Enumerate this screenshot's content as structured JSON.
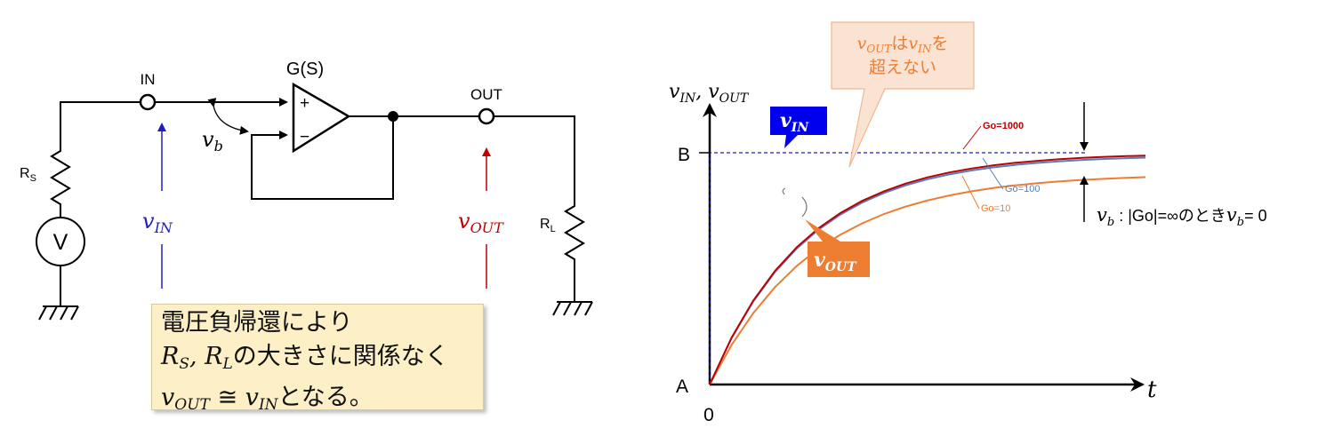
{
  "circuit": {
    "amp_label": "G(S)",
    "in_label": "IN",
    "out_label": "OUT",
    "plus_sign": "+",
    "minus_sign": "−",
    "rs_label": {
      "main": "R",
      "sub": "S"
    },
    "rl_label": {
      "main": "R",
      "sub": "L"
    },
    "vb_label": {
      "main": "v",
      "sub": "b"
    },
    "vin_label": {
      "main": "v",
      "sub": "IN"
    },
    "vout_label": {
      "main": "v",
      "sub": "OUT"
    },
    "voltmeter_symbol": "V",
    "colors": {
      "vin": "#1f1fbf",
      "vout": "#c00000",
      "wire": "#000000"
    }
  },
  "note": {
    "line1": "電圧負帰還により",
    "line2_prefix": "R",
    "line2_s": "S",
    "line2_mid": ", R",
    "line2_l": "L",
    "line2_suffix": "の大きさに関係なく",
    "line3_v1": "v",
    "line3_out": "OUT",
    "line3_approx": " ≅ ",
    "line3_v2": "v",
    "line3_in": "IN",
    "line3_suffix": "となる。",
    "bg_color": "#fdf0c6"
  },
  "chart_data": {
    "type": "line",
    "y_axis_label": {
      "v1": "v",
      "s1": "IN",
      "sep": ", ",
      "v2": "v",
      "s2": "OUT"
    },
    "x_axis_label": "t",
    "origin_label": "0",
    "y_tick_low": "A",
    "y_tick_high": "B",
    "x": [
      0,
      0.05,
      0.1,
      0.15,
      0.2,
      0.25,
      0.3,
      0.35,
      0.4,
      0.45,
      0.5,
      0.55,
      0.6,
      0.65,
      0.7,
      0.75,
      0.8,
      0.85,
      0.9,
      0.95,
      1.0
    ],
    "series": [
      {
        "name": "Go=1000",
        "color": "#c00000",
        "final": 0.999
      },
      {
        "name": "Go=100",
        "color": "#4f81bd",
        "final": 0.99
      },
      {
        "name": "Go=10",
        "color": "#ed7d31",
        "final": 0.909
      }
    ],
    "vin_box_label": {
      "main": "v",
      "sub": "IN"
    },
    "vin_box_color": "#0000ee",
    "vout_box_label": {
      "main": "v",
      "sub": "OUT"
    },
    "vout_box_color": "#ed7d31",
    "callout": {
      "v1": "v",
      "s1": "OUT",
      "mid": "は",
      "v2": "v",
      "s2": "IN",
      "end": "を",
      "line2": "超えない",
      "bg": "#fbe3d3",
      "text_color": "#ed7d31"
    },
    "vb_note": {
      "v": "v",
      "sub": "b",
      "text": " : |Go|=∞のとき",
      "v2": "v",
      "sub2": "b",
      "tail": "= 0"
    }
  }
}
